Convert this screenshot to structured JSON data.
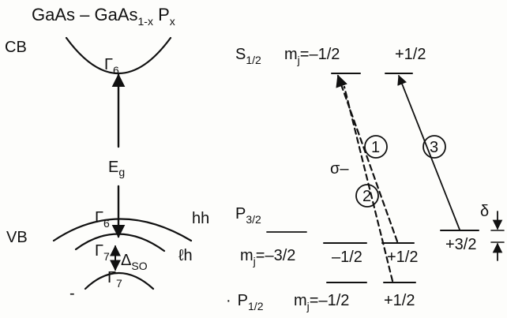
{
  "title": {
    "main": "GaAs – GaAs",
    "sub": "1-x",
    "p": " P",
    "psub": "x"
  },
  "left": {
    "cb": "CB",
    "vb": "VB",
    "gamma6_cb": {
      "g": "Γ",
      "n": "6"
    },
    "gamma6_vb": {
      "g": "Γ",
      "n": "6"
    },
    "gamma7_upper": {
      "g": "Γ",
      "n": "7"
    },
    "gamma7_lower": {
      "g": "Γ",
      "n": "7"
    },
    "eg": {
      "e": "E",
      "s": "g"
    },
    "delta_so": {
      "d": "Δ",
      "s": "SO"
    },
    "hh": "hh",
    "lh": "ℓh",
    "dash_mark": "-"
  },
  "right": {
    "s_level": {
      "s": "S",
      "sub": "1/2"
    },
    "s_mj": "m",
    "s_mj_sub": "j",
    "s_mj_val": "=–1/2",
    "s_plus": "+1/2",
    "p32": {
      "p": "P",
      "sub": "3/2"
    },
    "p32_mj": "m",
    "p32_mj_sub": "j",
    "p32_mj_val": "=–3/2",
    "p32_minus_half": "–1/2",
    "p32_plus_half": "+1/2",
    "p32_plus_three_half": "+3/2",
    "p12": {
      "dot": "·",
      "p": "P",
      "sub": "1/2"
    },
    "p12_mj": "m",
    "p12_mj_sub": "j",
    "p12_mj_val": "=–1/2",
    "p12_plus_half": "+1/2",
    "sigma": "σ–",
    "delta": "δ",
    "transitions": [
      "1",
      "2",
      "3"
    ]
  },
  "colors": {
    "ink": "#111111",
    "paper": "#fdfdfb"
  }
}
